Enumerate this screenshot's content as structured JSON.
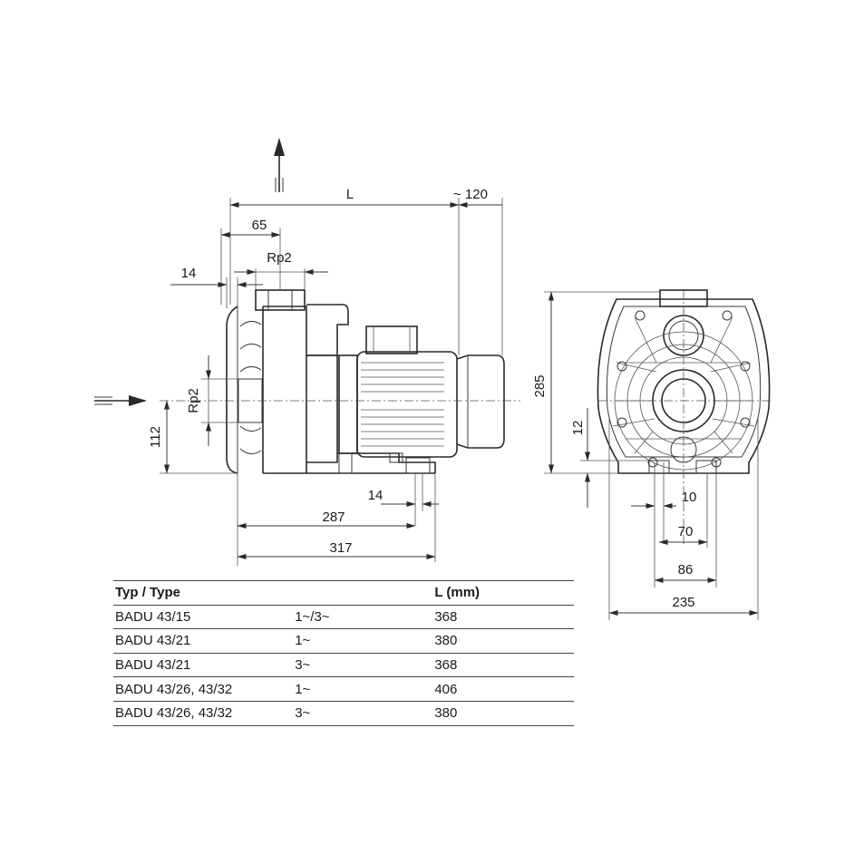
{
  "dimensions": {
    "overall_length": "L",
    "motor_clearance": "~ 120",
    "outlet_offset": "65",
    "outlet_thread": "Rp2",
    "inlet_offset": "14",
    "inlet_thread": "Rp2",
    "axis_height": "112",
    "foot_width": "14",
    "foot_pos_1": "287",
    "foot_pos_2": "317",
    "total_height": "285",
    "foot_height": "12",
    "hole_dia": "10",
    "hole_spacing": "70",
    "foot_span": "86",
    "total_width": "235"
  },
  "table": {
    "headers": [
      "Typ / Type",
      "",
      "L (mm)"
    ],
    "rows": [
      [
        "BADU 43/15",
        "1~/3~",
        "368"
      ],
      [
        "BADU 43/21",
        "1~",
        "380"
      ],
      [
        "BADU 43/21",
        "3~",
        "368"
      ],
      [
        "BADU 43/26, 43/32",
        "1~",
        "406"
      ],
      [
        "BADU 43/26, 43/32",
        "3~",
        "380"
      ]
    ]
  }
}
